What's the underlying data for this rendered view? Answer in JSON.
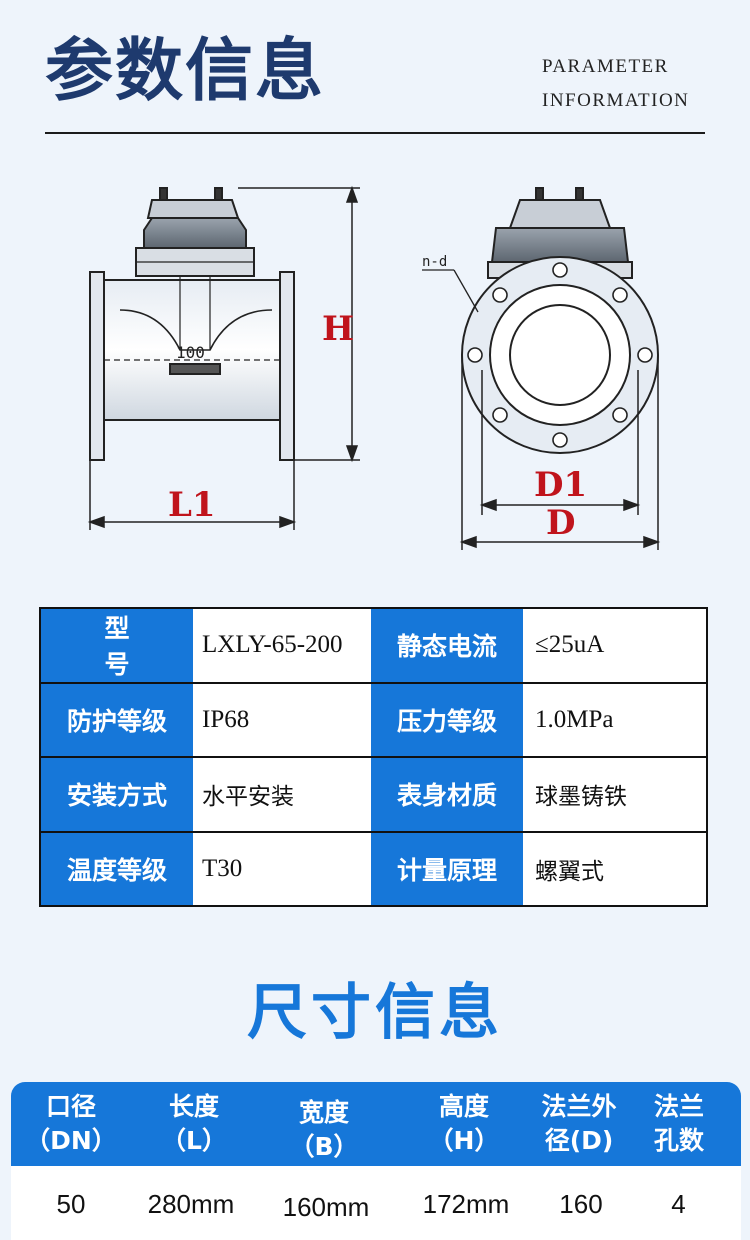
{
  "header": {
    "title": "参数信息",
    "subtitle_line1": "PARAMETER",
    "subtitle_line2": "INFORMATION"
  },
  "diagram": {
    "label_h": "H",
    "label_l1": "L1",
    "label_d1": "D1",
    "label_d": "D",
    "label_nd": "n-d",
    "label_100": "100"
  },
  "spec": {
    "rows": [
      {
        "label_a": "型号",
        "value_a": "LXLY-65-200",
        "label_b": "静态电流",
        "value_b": "≤25uA"
      },
      {
        "label_a": "防护等级",
        "value_a": "IP68",
        "label_b": "压力等级",
        "value_b": "1.0MPa"
      },
      {
        "label_a": "安装方式",
        "value_a": "水平安装",
        "label_b": "表身材质",
        "value_b": "球墨铸铁"
      },
      {
        "label_a": "温度等级",
        "value_a": "T30",
        "label_b": "计量原理",
        "value_b": "螺翼式"
      }
    ]
  },
  "section2": {
    "title": "尺寸信息"
  },
  "dims": {
    "headers": [
      {
        "l1": "口径",
        "l2": "（DN）"
      },
      {
        "l1": "长度",
        "l2": "（L）"
      },
      {
        "l1": "宽度",
        "l2": "（B）"
      },
      {
        "l1": "高度",
        "l2": "（H）"
      },
      {
        "l1": "法兰外",
        "l2": "径(D)"
      },
      {
        "l1": "法兰",
        "l2": "孔数"
      }
    ],
    "values": [
      "50",
      "280mm",
      "160mm",
      "172mm",
      "160",
      "4"
    ]
  },
  "colors": {
    "accent": "#1677d9",
    "title_dark": "#1e3a6e",
    "label_red": "#c0141c"
  }
}
